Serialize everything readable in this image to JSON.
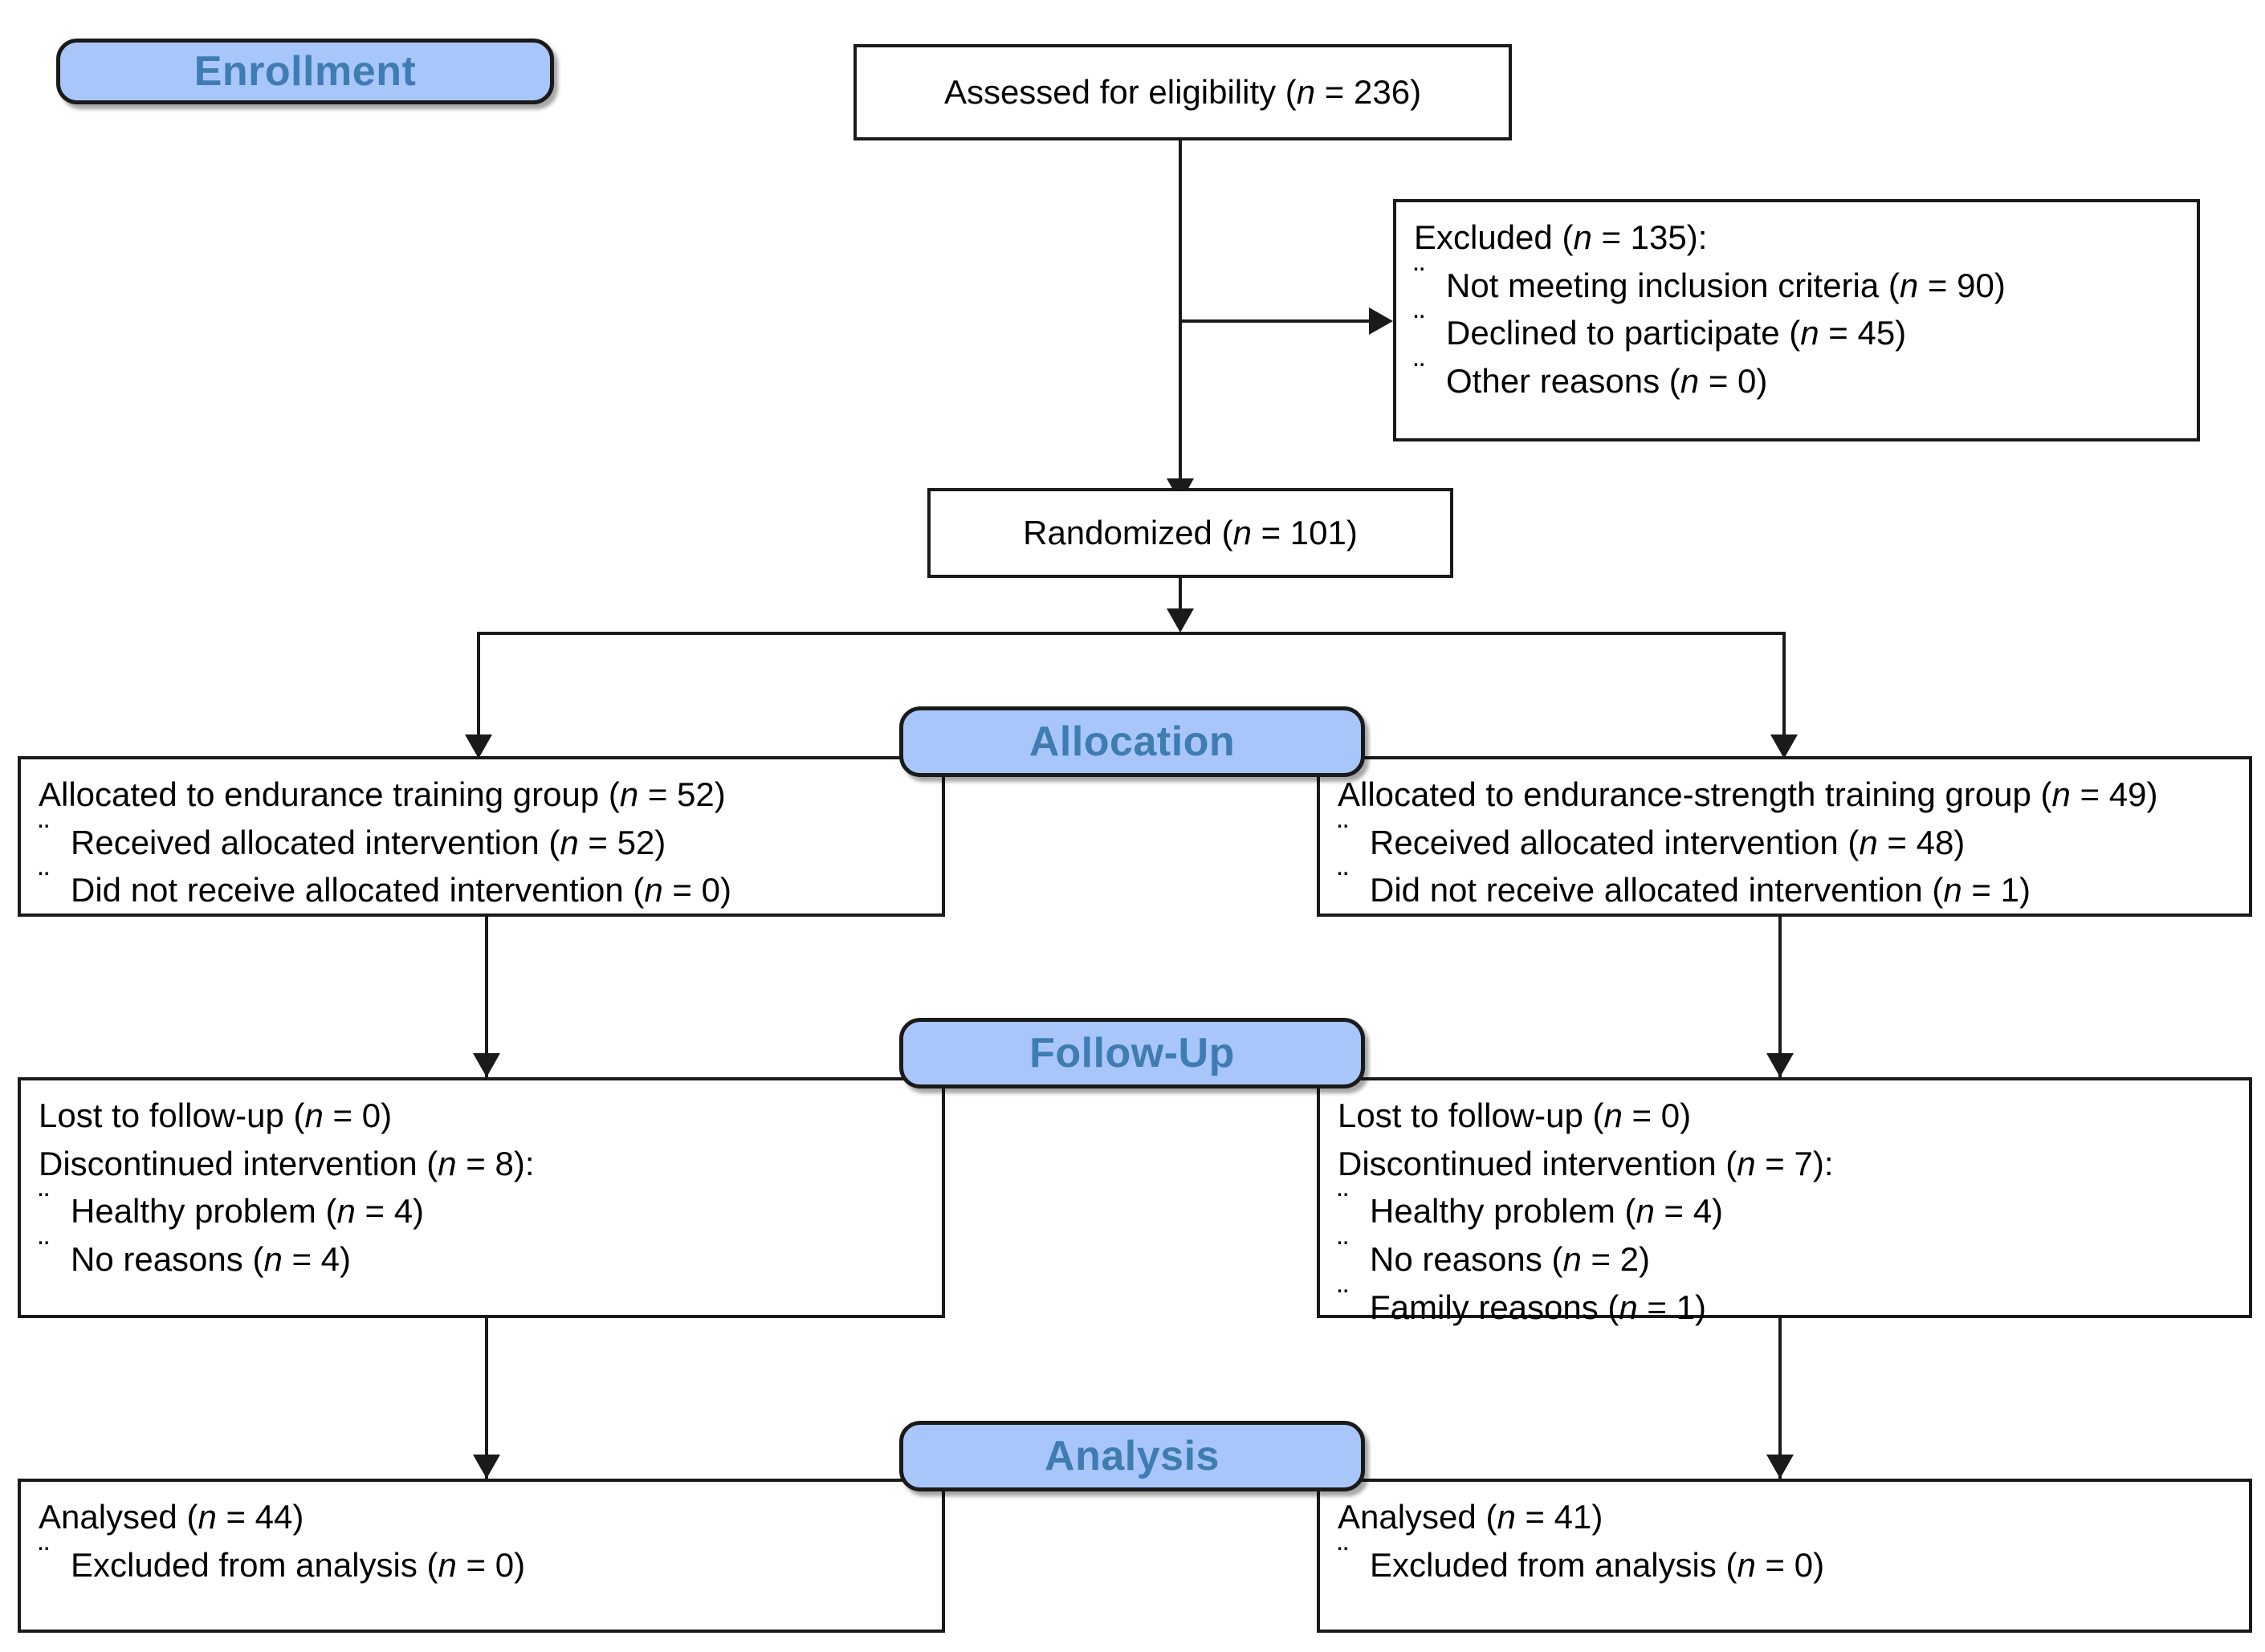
{
  "diagram": {
    "title": "CONSORT participant flow diagram",
    "type": "flowchart",
    "colors": {
      "banner_fill": "#a8c6fa",
      "banner_text": "#3e7cb1",
      "border": "#1a1a1a",
      "box_fill": "#ffffff",
      "text": "#000000"
    }
  },
  "banners": {
    "enrollment": "Enrollment",
    "allocation": "Allocation",
    "followup": "Follow-Up",
    "analysis": "Analysis"
  },
  "nodes": {
    "assessed": {
      "text_pre": "Assessed for eligibility (",
      "n_sym": "n",
      "text_post": " = 236)"
    },
    "excluded": {
      "heading_pre": "Excluded (",
      "heading_n": "n",
      "heading_post": " = 135):",
      "items": [
        {
          "pre": "Not meeting inclusion criteria (",
          "n": "n",
          "post": " = 90)"
        },
        {
          "pre": "Declined to participate (",
          "n": "n",
          "post": " = 45)"
        },
        {
          "pre": "Other reasons (",
          "n": "n",
          "post": " = 0)"
        }
      ]
    },
    "randomized": {
      "text_pre": "Randomized (",
      "n_sym": "n",
      "text_post": " = 101)"
    },
    "alloc_left": {
      "heading_pre": "Allocated to endurance training group (",
      "heading_n": "n",
      "heading_post": " = 52)",
      "items": [
        {
          "pre": "Received allocated intervention (",
          "n": "n",
          "post": " = 52)"
        },
        {
          "pre": "Did not receive allocated intervention (",
          "n": "n",
          "post": " = 0)"
        }
      ]
    },
    "alloc_right": {
      "heading_pre": "Allocated to endurance-strength training group (",
      "heading_n": "n",
      "heading_post": " = 49)",
      "items": [
        {
          "pre": "Received allocated intervention (",
          "n": "n",
          "post": " = 48)"
        },
        {
          "pre": "Did not receive allocated intervention (",
          "n": "n",
          "post": " = 1)"
        }
      ]
    },
    "follow_left": {
      "line1_pre": "Lost to follow-up (",
      "line1_n": "n",
      "line1_post": " = 0)",
      "line2_pre": "Discontinued intervention (",
      "line2_n": "n",
      "line2_post": " = 8):",
      "items": [
        {
          "pre": "Healthy problem (",
          "n": "n",
          "post": " = 4)"
        },
        {
          "pre": "No reasons (",
          "n": "n",
          "post": " = 4)"
        }
      ]
    },
    "follow_right": {
      "line1_pre": "Lost to follow-up (",
      "line1_n": "n",
      "line1_post": " = 0)",
      "line2_pre": "Discontinued intervention (",
      "line2_n": "n",
      "line2_post": " = 7):",
      "items": [
        {
          "pre": "Healthy problem (",
          "n": "n",
          "post": " = 4)"
        },
        {
          "pre": "No reasons (",
          "n": "n",
          "post": " = 2)"
        },
        {
          "pre": "Family reasons (",
          "n": "n",
          "post": " = 1)"
        }
      ]
    },
    "analysis_left": {
      "heading_pre": "Analysed (",
      "heading_n": "n",
      "heading_post": " = 44)",
      "items": [
        {
          "pre": "Excluded from analysis (",
          "n": "n",
          "post": " = 0)"
        }
      ]
    },
    "analysis_right": {
      "heading_pre": "Analysed (",
      "heading_n": "n",
      "heading_post": " = 41)",
      "items": [
        {
          "pre": "Excluded from analysis (",
          "n": "n",
          "post": " = 0)"
        }
      ]
    }
  },
  "bullet_glyph": "¨"
}
